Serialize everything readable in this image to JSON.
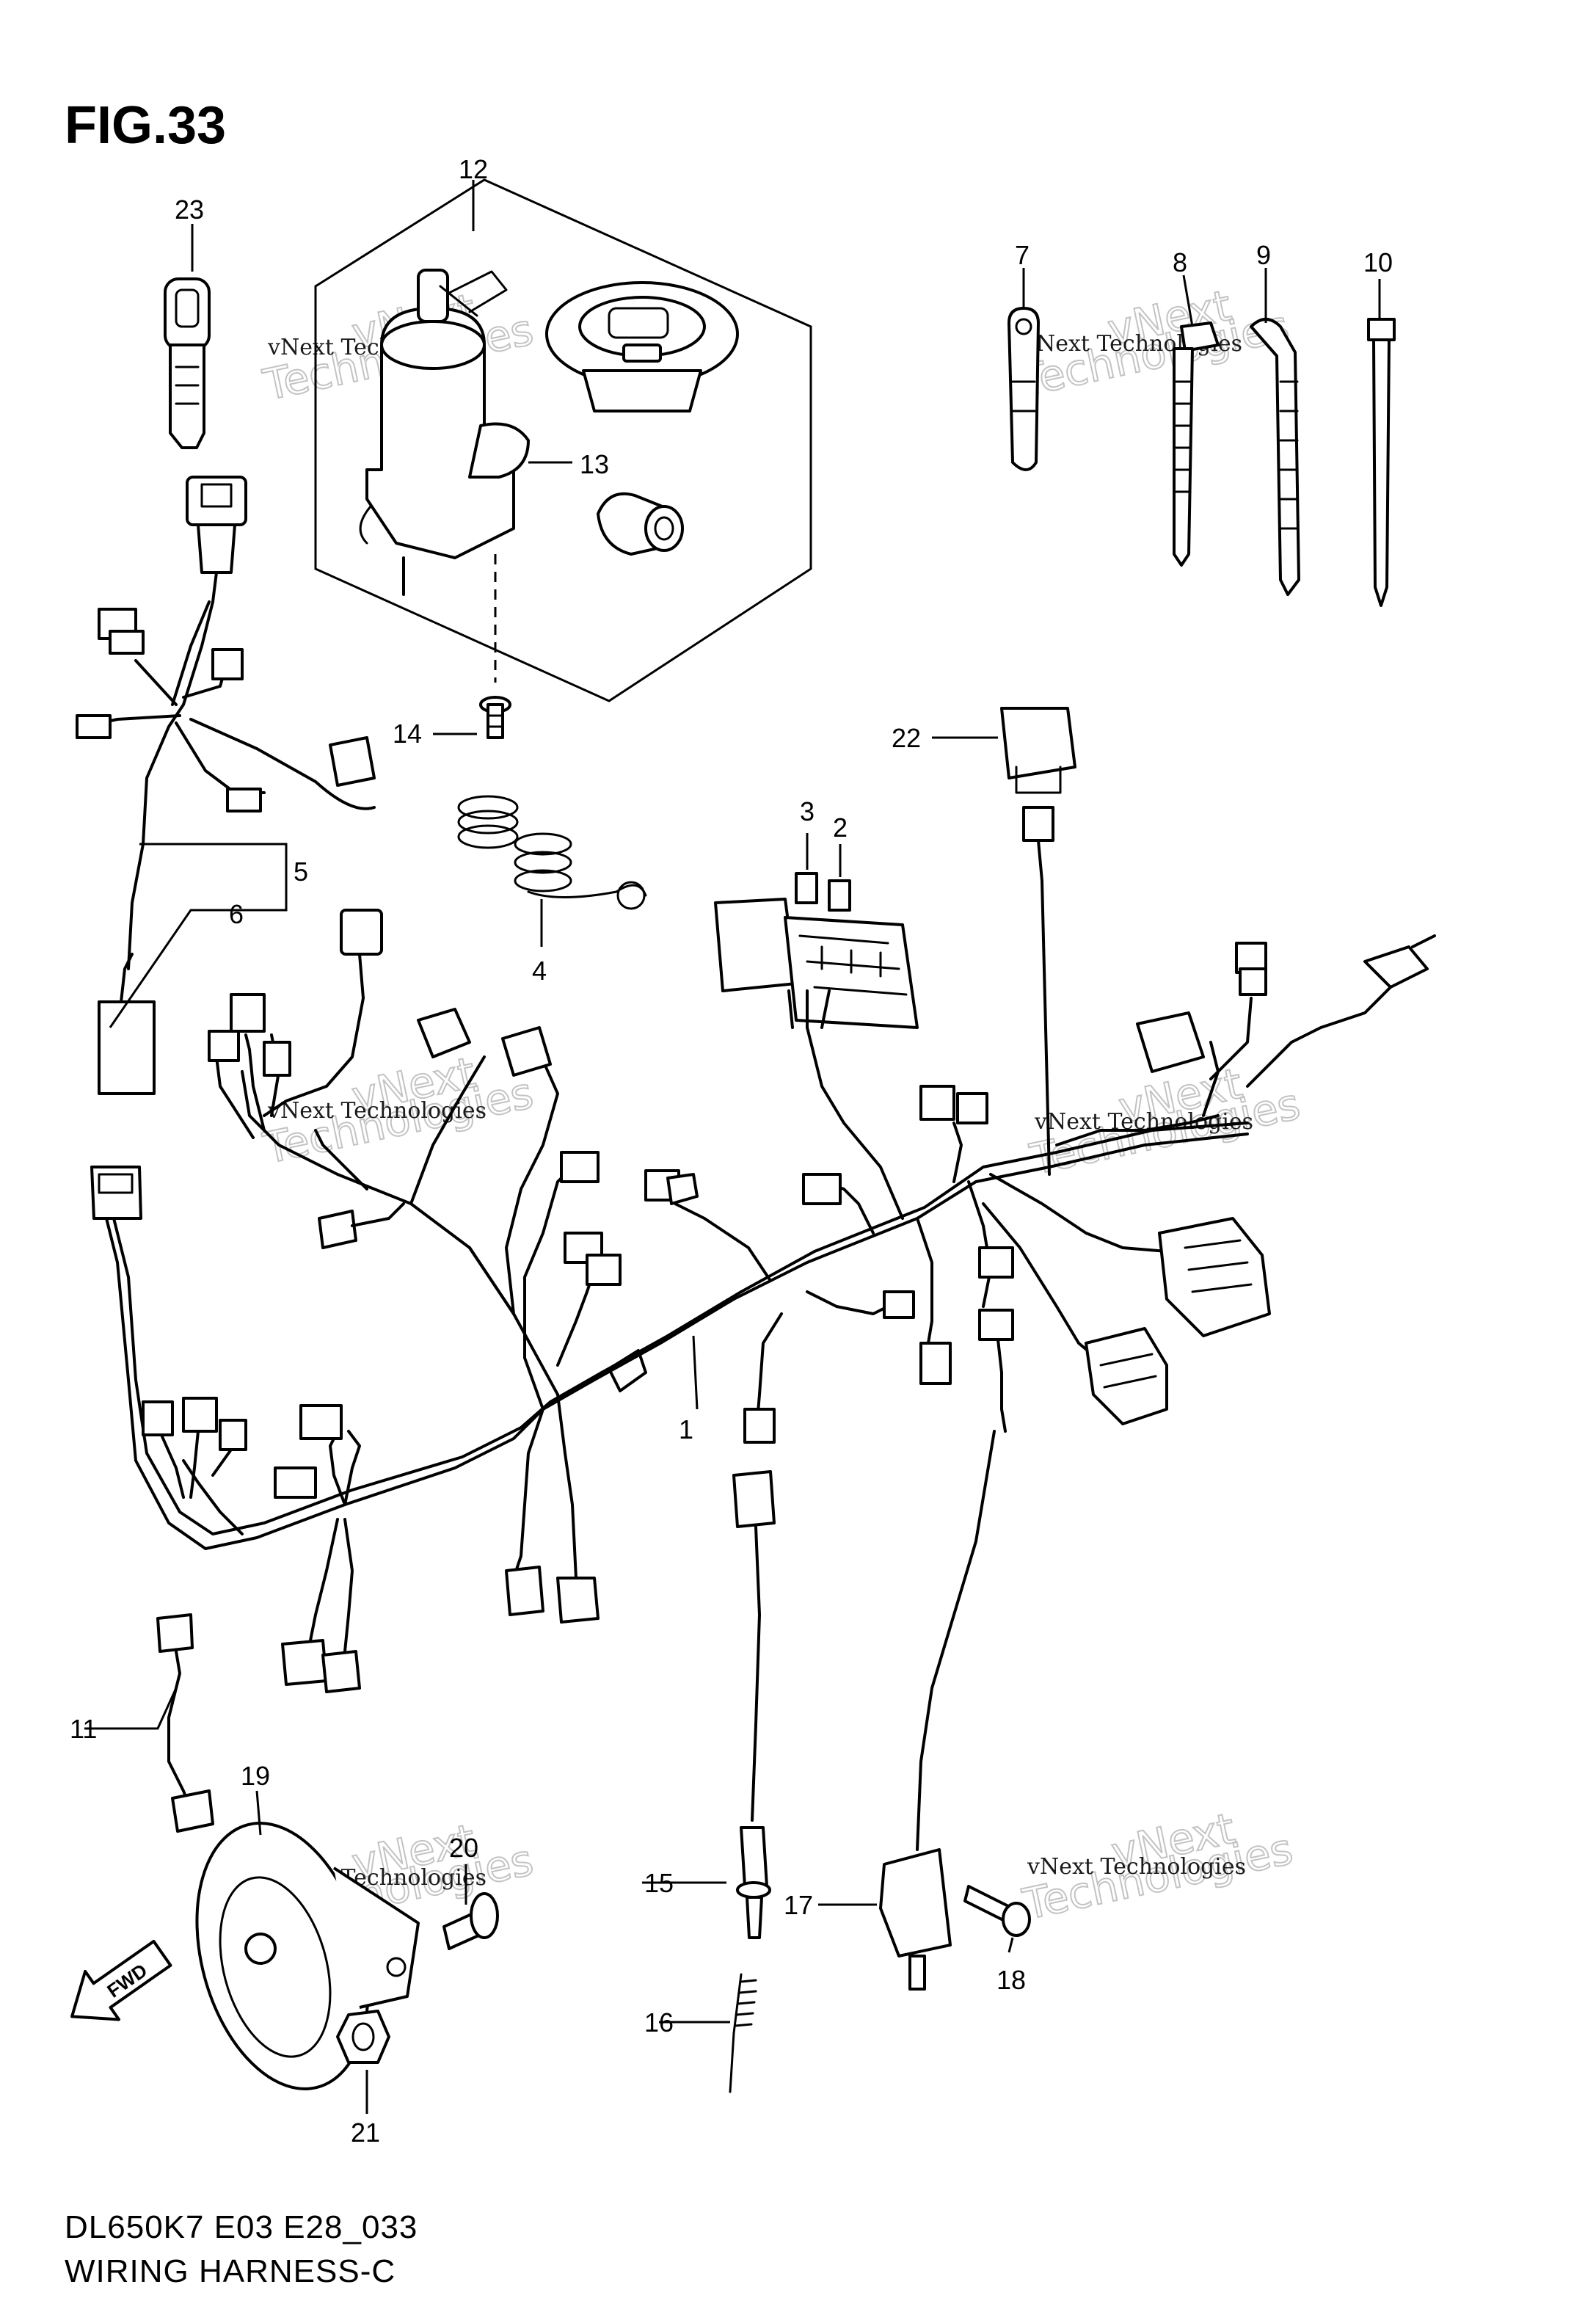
{
  "figure": {
    "title": "FIG.33"
  },
  "footer": {
    "model_code": "DL650K7 E03 E28_033",
    "caption": "WIRING HARNESS-C"
  },
  "direction_arrow": {
    "label": "FWD"
  },
  "watermark": {
    "line1": "vNext Technologies",
    "line2": "vNext",
    "line3": "Technologies"
  },
  "callouts": [
    "1",
    "2",
    "3",
    "4",
    "5",
    "6",
    "7",
    "8",
    "9",
    "10",
    "11",
    "12",
    "13",
    "14",
    "15",
    "16",
    "17",
    "18",
    "19",
    "20",
    "21",
    "22",
    "23"
  ]
}
